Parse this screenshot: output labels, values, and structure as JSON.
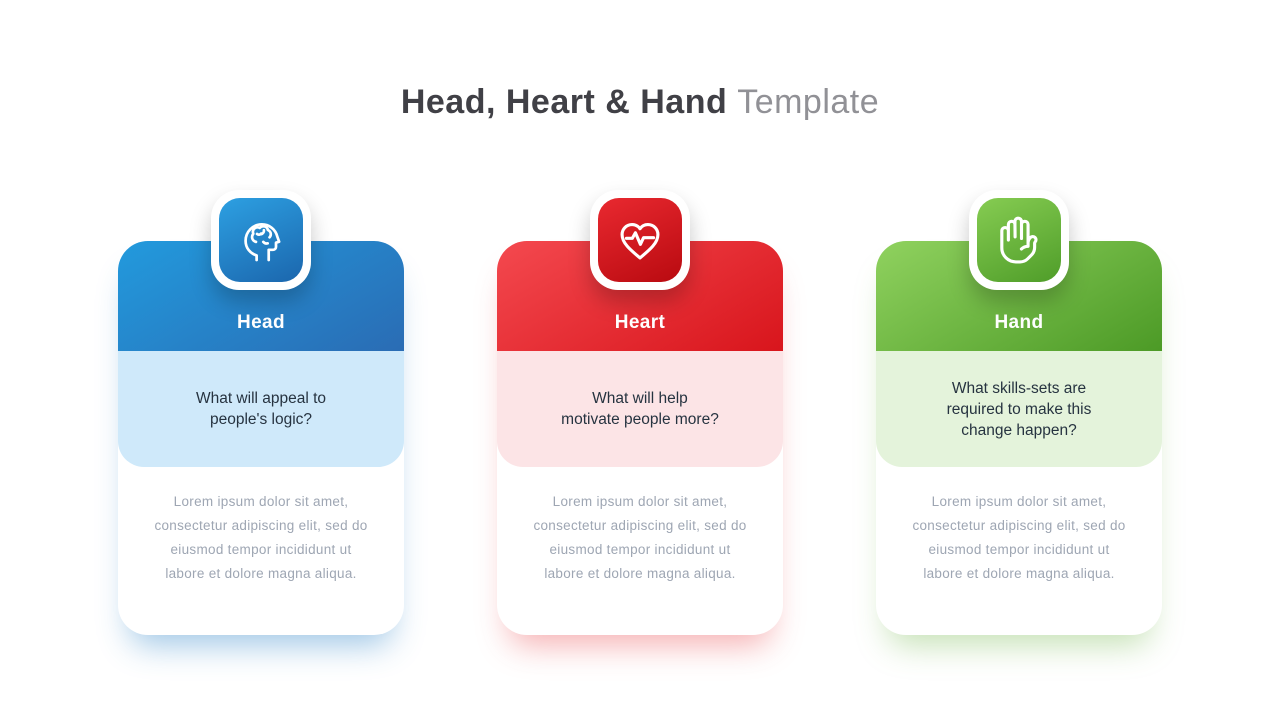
{
  "slide": {
    "title": {
      "bold": "Head, Heart & Hand",
      "regular": "Template"
    },
    "background_color": "#ffffff"
  },
  "cards": [
    {
      "title": "Head",
      "question": "What will appeal to\npeople's logic?",
      "body": "Lorem ipsum dolor sit amet,\nconsectetur adipiscing elit, sed do\neiusmod tempor incididunt ut\nlabore et dolore magna aliqua.",
      "icon": "head-profile-brain-icon",
      "colors": {
        "header_from": "#229add",
        "header_to": "#2a6cb4",
        "tile_from": "#2da0e2",
        "tile_to": "#1b66ad",
        "tint": "#cfe9fa",
        "shadow": "rgba(45,130,200,0.45)"
      }
    },
    {
      "title": "Heart",
      "question": "What will help\nmotivate people more?",
      "body": "Lorem ipsum dolor sit amet,\nconsectetur adipiscing elit, sed do\neiusmod tempor incididunt ut\nlabore et dolore magna aliqua.",
      "icon": "heart-pulse-icon",
      "colors": {
        "header_from": "#f4494f",
        "header_to": "#d8151c",
        "tile_from": "#e92930",
        "tile_to": "#b90a10",
        "tint": "#fce4e6",
        "shadow": "rgba(232,60,64,0.40)"
      }
    },
    {
      "title": "Hand",
      "question": "What skills-sets are\nrequired to make this\nchange happen?",
      "body": "Lorem ipsum dolor sit amet,\nconsectetur adipiscing elit, sed do\neiusmod tempor incididunt ut\nlabore et dolore magna aliqua.",
      "icon": "raised-hand-icon",
      "colors": {
        "header_from": "#90d25f",
        "header_to": "#4c9a26",
        "tile_from": "#86cc52",
        "tile_to": "#4f9d29",
        "tint": "#e4f3db",
        "shadow": "rgba(110,180,70,0.40)"
      }
    }
  ]
}
